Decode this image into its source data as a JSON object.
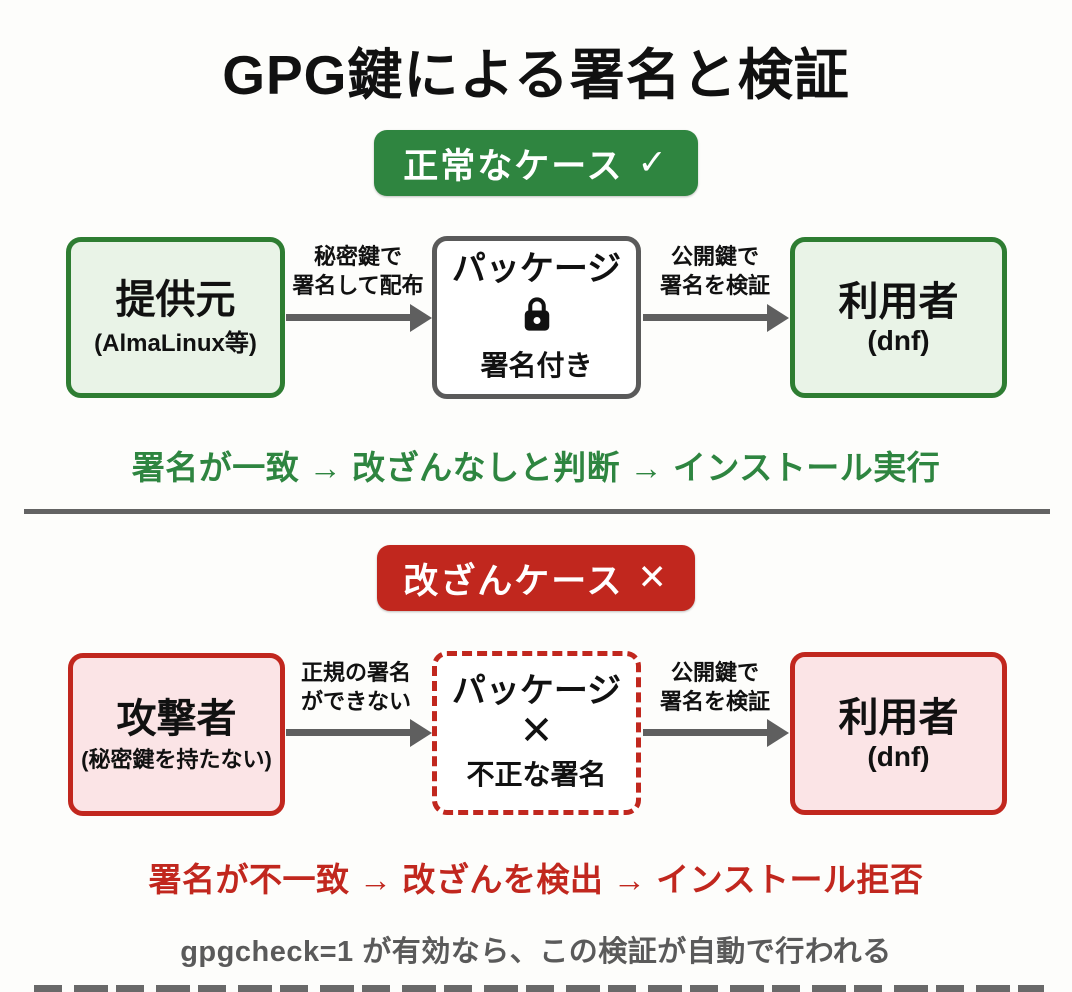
{
  "title": "GPG鍵による署名と検証",
  "colors": {
    "green_badge": "#2f8540",
    "green_border": "#2e7d32",
    "green_fill": "#e9f3e7",
    "green_text": "#2e8540",
    "red": "#c1271e",
    "red_fill": "#fbe4e6",
    "gray_border": "#5a5a5a",
    "arrow_gray": "#5f5f5f",
    "footer_gray": "#5a5a5a"
  },
  "normal_case": {
    "badge_label": "正常なケース",
    "badge_icon": "✓",
    "source": {
      "title": "提供元",
      "subtitle": "(AlmaLinux等)"
    },
    "sign_arrow_label": "秘密鍵で\n署名して配布",
    "package": {
      "title": "パッケージ",
      "icon": "lock-icon",
      "subtitle": "署名付き"
    },
    "verify_arrow_label": "公開鍵で\n署名を検証",
    "user": {
      "title": "利用者",
      "subtitle": "(dnf)"
    },
    "result": "署名が一致 → 改ざんなしと判断 → インストール実行"
  },
  "tamper_case": {
    "badge_label": "改ざんケース",
    "badge_icon": "✕",
    "source": {
      "title": "攻撃者",
      "subtitle": "(秘密鍵を持たない)"
    },
    "sign_arrow_label": "正規の署名\nができない",
    "package": {
      "title": "パッケージ",
      "icon": "✕",
      "subtitle": "不正な署名"
    },
    "verify_arrow_label": "公開鍵で\n署名を検証",
    "user": {
      "title": "利用者",
      "subtitle": "(dnf)"
    },
    "result": "署名が不一致 → 改ざんを検出 → インストール拒否"
  },
  "footer_note": "gpgcheck=1 が有効なら、この検証が自動で行われる"
}
